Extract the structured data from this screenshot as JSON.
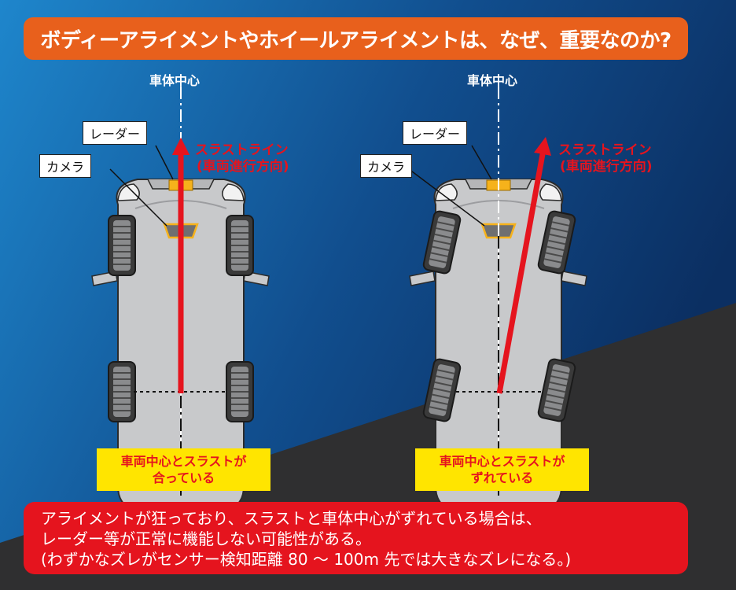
{
  "title": "ボディーアライメントやホイールアライメントは、なぜ、重要なのか?",
  "colors": {
    "background_blue": "#1a72b8",
    "background_dark": "#2f2f30",
    "title_orange": "#e8601c",
    "accent_red": "#e5141e",
    "highlight_yellow": "#ffe500",
    "car_gray": "#c8c9cb",
    "sensor_orange": "#f6b21b"
  },
  "left_diagram": {
    "center_label": "車体中心",
    "radar_label": "レーダー",
    "camera_label": "カメラ",
    "thrust_label": "スラストライン",
    "thrust_sub": "(車両進行方向)",
    "status_line1": "車両中心とスラストが",
    "status_line2": "合っている"
  },
  "right_diagram": {
    "center_label": "車体中心",
    "radar_label": "レーダー",
    "camera_label": "カメラ",
    "thrust_label": "スラストライン",
    "thrust_sub": "(車両進行方向)",
    "status_line1": "車両中心とスラストが",
    "status_line2": "ずれている"
  },
  "note": {
    "line1": "アライメントが狂っており、スラストと車体中心がずれている場合は、",
    "line2": "レーダー等が正常に機能しない可能性がある。",
    "line3": "(わずかなズレがセンサー検知距離 80 ～ 100m 先では大きなズレになる。)"
  }
}
